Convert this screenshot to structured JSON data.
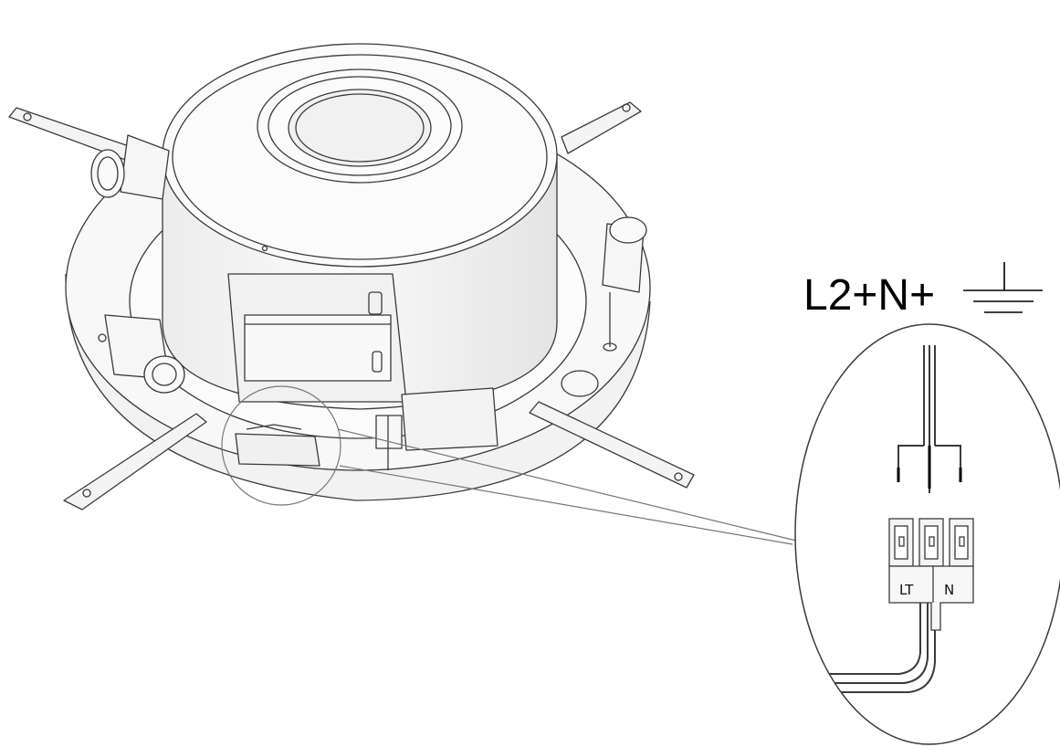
{
  "diagram": {
    "wiring_label": "L2+N+",
    "ground_icon": "earth-ground-symbol",
    "terminal_labels": [
      "LT",
      "N"
    ]
  },
  "colors": {
    "line": "#3a3a3a",
    "body_fill": "#f7f7f7",
    "shade": "#e6e6e6",
    "background": "#ffffff"
  }
}
